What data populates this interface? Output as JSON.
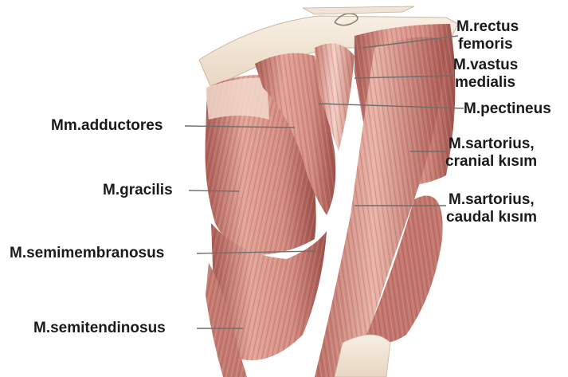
{
  "labels": {
    "rectus_femoris": [
      "M.rectus",
      "femoris"
    ],
    "vastus_medialis": [
      "M.vastus",
      "medialis"
    ],
    "pectineus": "M.pectineus",
    "sartorius_cranial": [
      "M.sartorius,",
      "cranial kısım"
    ],
    "sartorius_caudal": [
      "M.sartorius,",
      "caudal kısım"
    ],
    "adductores": "Mm.adductores",
    "gracilis": "M.gracilis",
    "semimembranosus": "M.semimembranosus",
    "semitendinosus": "M.semitendinosus"
  },
  "colors": {
    "muscle": "#d9958a",
    "muscle_dark": "#b5655d",
    "muscle_light": "#f0c3b8",
    "tendon": "#f2e6d6",
    "leader_line": "#6e6e6e",
    "label_text": "#1a1a1a"
  }
}
